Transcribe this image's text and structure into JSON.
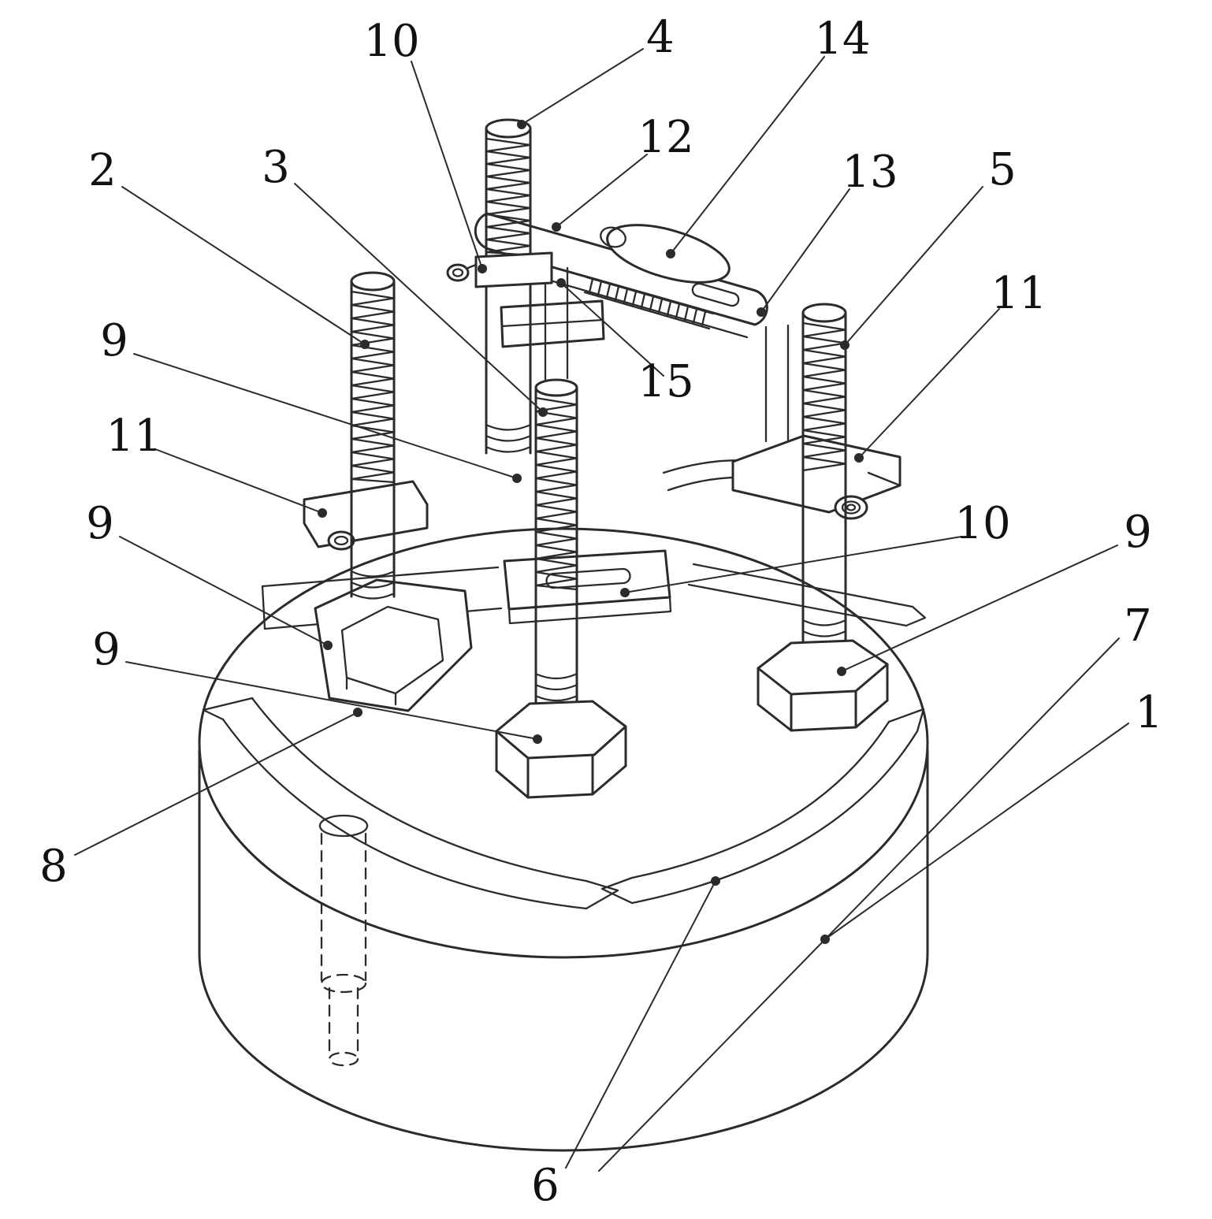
{
  "colors": {
    "background": "#ffffff",
    "line": "#2b2b2b",
    "label": "#111111"
  },
  "labels": [
    {
      "text": "10"
    },
    {
      "text": "4"
    },
    {
      "text": "14"
    },
    {
      "text": "12"
    },
    {
      "text": "13"
    },
    {
      "text": "5"
    },
    {
      "text": "2"
    },
    {
      "text": "3"
    },
    {
      "text": "11"
    },
    {
      "text": "9"
    },
    {
      "text": "11"
    },
    {
      "text": "9"
    },
    {
      "text": "15"
    },
    {
      "text": "10"
    },
    {
      "text": "9"
    },
    {
      "text": "7"
    },
    {
      "text": "9"
    },
    {
      "text": "1"
    },
    {
      "text": "8"
    },
    {
      "text": "6"
    }
  ]
}
